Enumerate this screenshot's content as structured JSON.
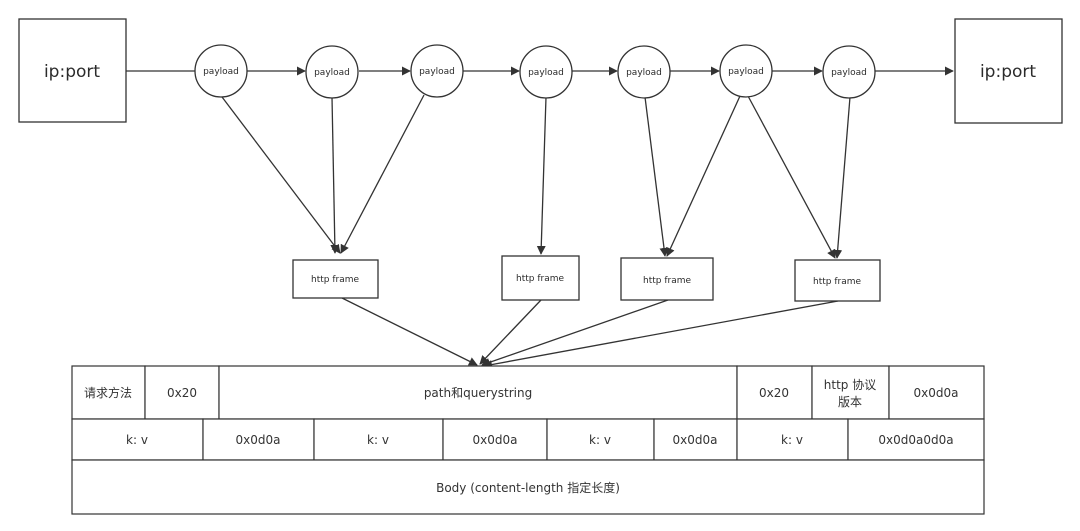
{
  "endpoints": {
    "source_label": "ip:port",
    "target_label": "ip:port"
  },
  "payload_label": "payload",
  "frame_label": "http frame",
  "request_table": {
    "row1": [
      "请求方法",
      "0x20",
      "path和querystring",
      "0x20",
      [
        "http 协议",
        "版本"
      ],
      "0x0d0a"
    ],
    "row2": [
      "k: v",
      "0x0d0a",
      "k: v",
      "0x0d0a",
      "k: v",
      "0x0d0a",
      "k: v",
      "0x0d0a0d0a"
    ],
    "row3": [
      "Body (content-length 指定长度)"
    ]
  },
  "colors": {
    "stroke": "#333333",
    "text": "#2b2b2b",
    "background": "#ffffff"
  }
}
